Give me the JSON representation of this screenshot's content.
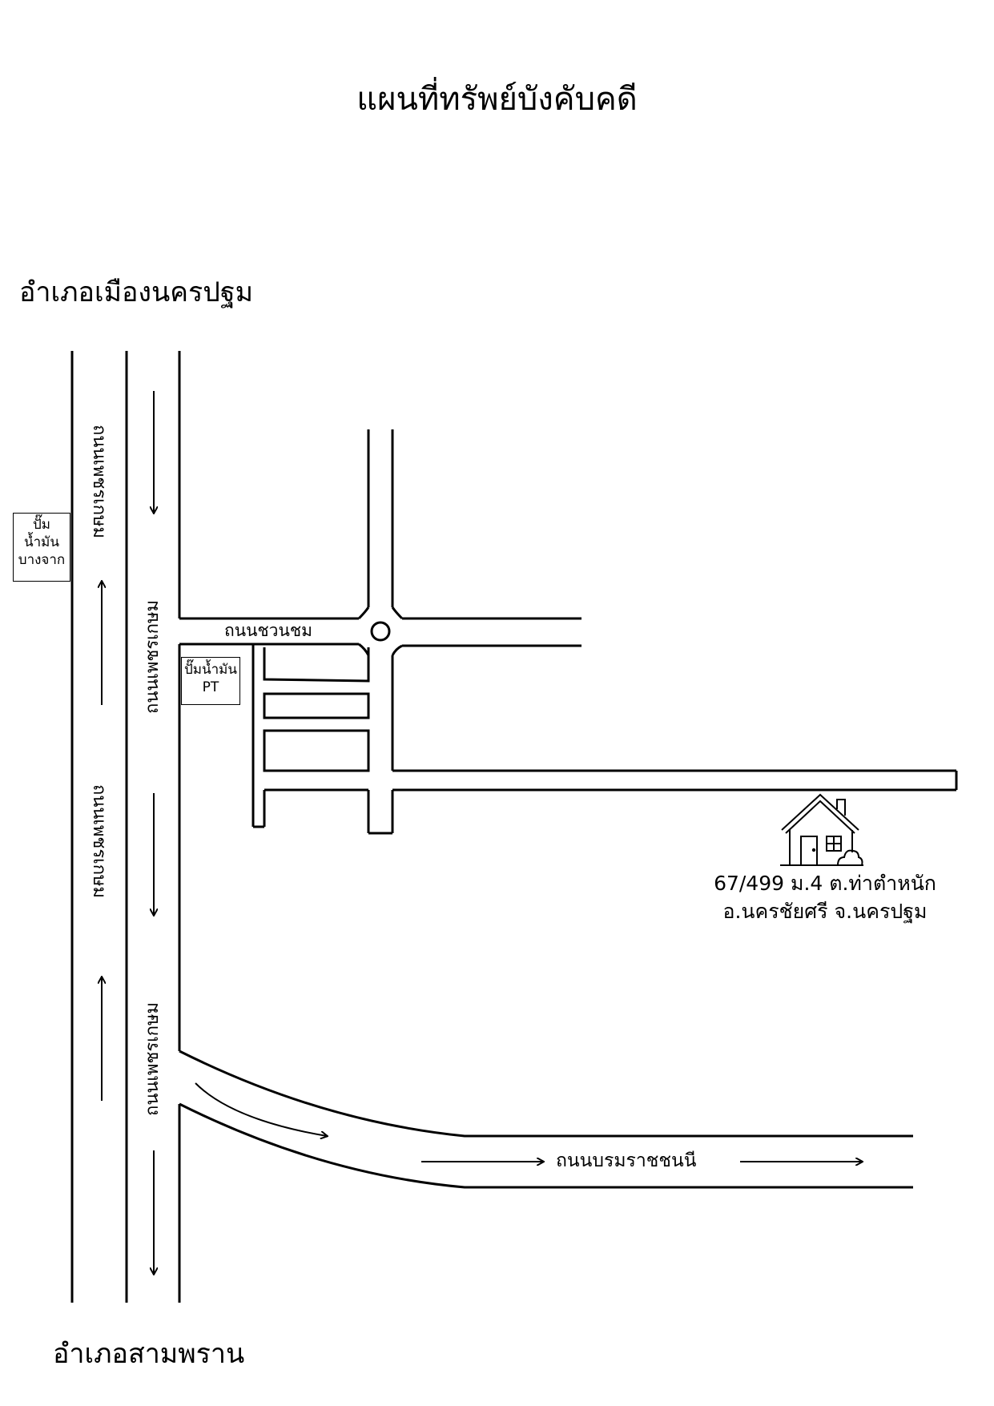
{
  "title": "แผนที่ทรัพย์บังคับคดี",
  "districts": {
    "top": "อำเภอเมืองนครปฐม",
    "bottom": "อำเภอสามพราน"
  },
  "roads": {
    "petchkasem_left_top": "ถนนเพชรเกษม",
    "petchkasem_left_bottom": "ถนนเพชรเกษม",
    "petchkasem_right_top": "ถนนเพชรเกษม",
    "petchkasem_right_bottom": "ถนนเพชรเกษม",
    "chuanchom": "ถนนชวนชม",
    "borommaratchachonnani": "ถนนบรมราชชนนี"
  },
  "landmarks": {
    "bangchak_line1": "ปั๊ม",
    "bangchak_line2": "น้ำมัน",
    "bangchak_line3": "บางจาก",
    "pt_line1": "ปั๊มน้ำมัน",
    "pt_line2": "PT"
  },
  "address": {
    "line1": "67/499 ม.4 ต.ท่าตำหนัก",
    "line2": "อ.นครชัยศรี จ.นครปฐม"
  },
  "icons": [
    "house-icon",
    "roundabout-icon",
    "arrow-icon"
  ]
}
